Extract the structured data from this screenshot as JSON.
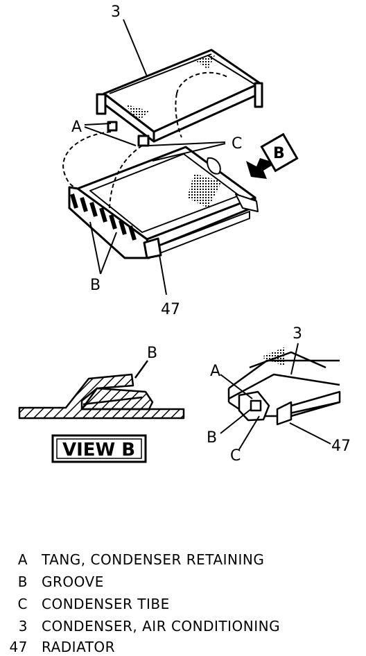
{
  "callouts": {
    "top_condenser": "3",
    "tang_a": "A",
    "tube_c": "C",
    "view_arrow": "B",
    "groove_b": "B",
    "radiator": "47"
  },
  "view_b": {
    "groove_label": "B",
    "title": "VIEW B"
  },
  "detail": {
    "condenser": "3",
    "tang": "A",
    "groove": "B",
    "tube": "C",
    "radiator": "47"
  },
  "legend": [
    {
      "key": "A",
      "text": "TANG, CONDENSER RETAINING"
    },
    {
      "key": "B",
      "text": "GROOVE"
    },
    {
      "key": "C",
      "text": "CONDENSER TIBE"
    },
    {
      "key": "3",
      "text": "CONDENSER, AIR CONDITIONING"
    },
    {
      "key": "47",
      "text": "RADIATOR"
    }
  ]
}
